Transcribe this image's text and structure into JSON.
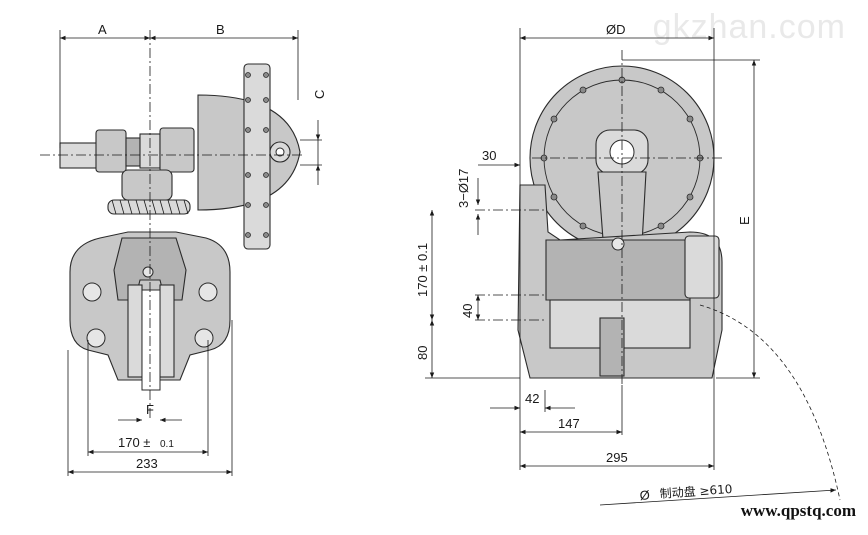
{
  "watermark": "gkzhan.com",
  "website": "www.qpstq.com",
  "left_view": {
    "dim_A": "A",
    "dim_B": "B",
    "dim_C": "C",
    "dim_F": "F",
    "dim_170_main": "170 ±",
    "dim_170_tol": "0.1",
    "dim_233": "233"
  },
  "right_view": {
    "dim_phiD": "ØD",
    "dim_30": "30",
    "dim_3_phi17": "3−Ø17",
    "dim_170_vertical": "170 ± 0.1",
    "dim_40": "40",
    "dim_80": "80",
    "dim_E": "E",
    "dim_42": "42",
    "dim_147": "147",
    "dim_295": "295",
    "disc_note_symbol": "Ø",
    "disc_note": "制动盘 ≥610"
  },
  "colors": {
    "body_fill": "#c8c8c8",
    "outline": "#2b2b2b",
    "dimension_line": "#1a1a1a"
  }
}
